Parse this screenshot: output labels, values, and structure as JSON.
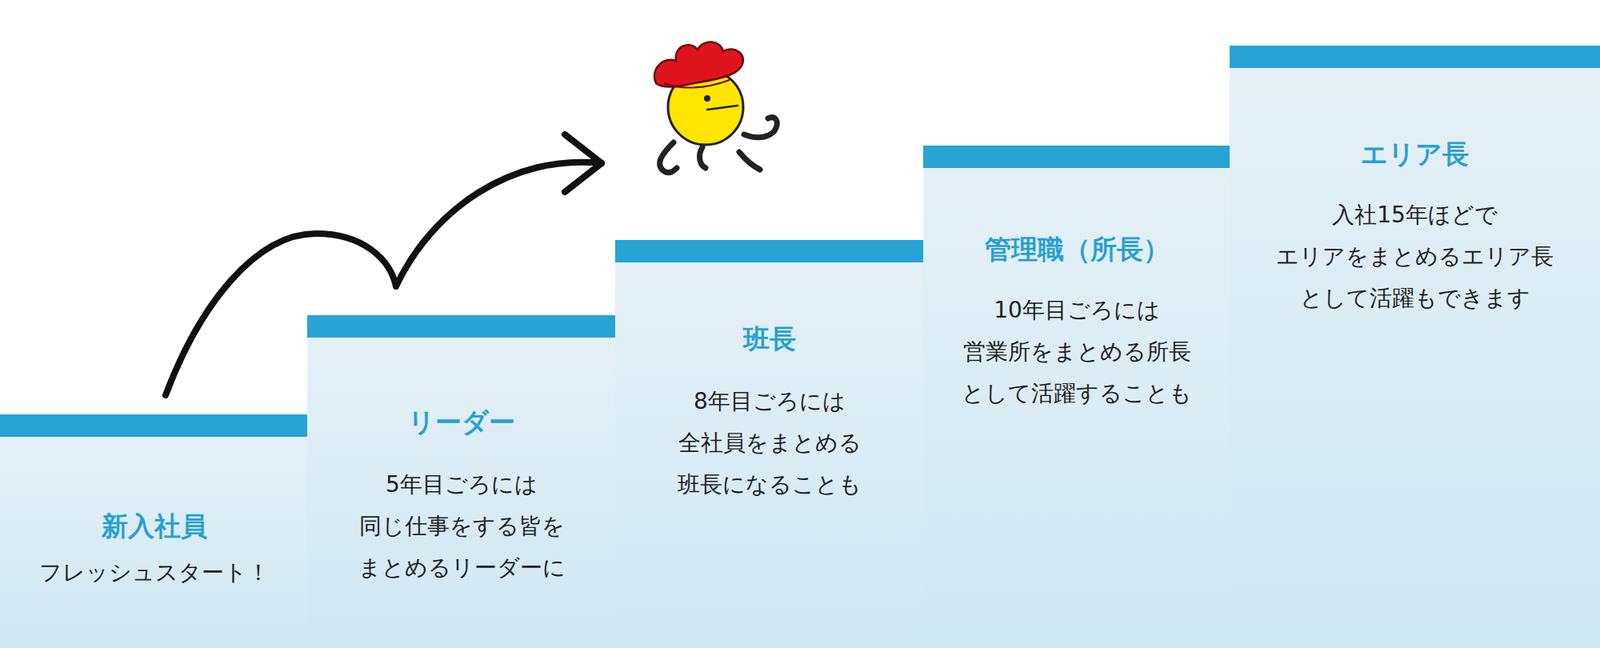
{
  "diagram": {
    "nodes": [
      {
        "text": [
          "新入社員",
          "フレッシュスタート！"
        ]
      },
      {
        "text": [
          "リーダー",
          "5年目ごろには 同じ仕事をする皆を まとめるリーダーに"
        ]
      },
      {
        "text": [
          "班長",
          "8年目ごろには 全社員をまとめる 班長になることも"
        ]
      },
      {
        "text": [
          "管理職（所長）",
          "10年目ごろには 営業所をまとめる所長 として活躍することも"
        ]
      },
      {
        "text": [
          "エリア長",
          "入社15年ほどで エリアをまとめるエリア長 として活躍もできます"
        ]
      }
    ]
  }
}
